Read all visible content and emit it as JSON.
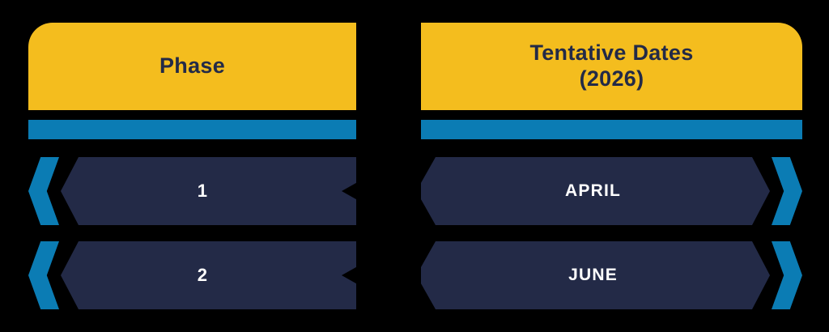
{
  "theme": {
    "background": "#000000",
    "header_yellow": "#F4BD1E",
    "accent_blue": "#0B7CB4",
    "row_navy": "#232A47",
    "header_text": "#232A47",
    "row_text": "#FFFFFF"
  },
  "table": {
    "columns": [
      {
        "id": "phase",
        "header_line1": "Phase",
        "header_line2": ""
      },
      {
        "id": "dates",
        "header_line1": "Tentative Dates",
        "header_line2": "(2026)"
      }
    ],
    "rows": [
      {
        "phase": "1",
        "dates": "APRIL"
      },
      {
        "phase": "2",
        "dates": "JUNE"
      }
    ]
  },
  "chart_data": {
    "type": "table",
    "title": "",
    "columns": [
      "Phase",
      "Tentative Dates (2026)"
    ],
    "rows": [
      [
        "1",
        "APRIL"
      ],
      [
        "2",
        "JUNE"
      ]
    ]
  }
}
